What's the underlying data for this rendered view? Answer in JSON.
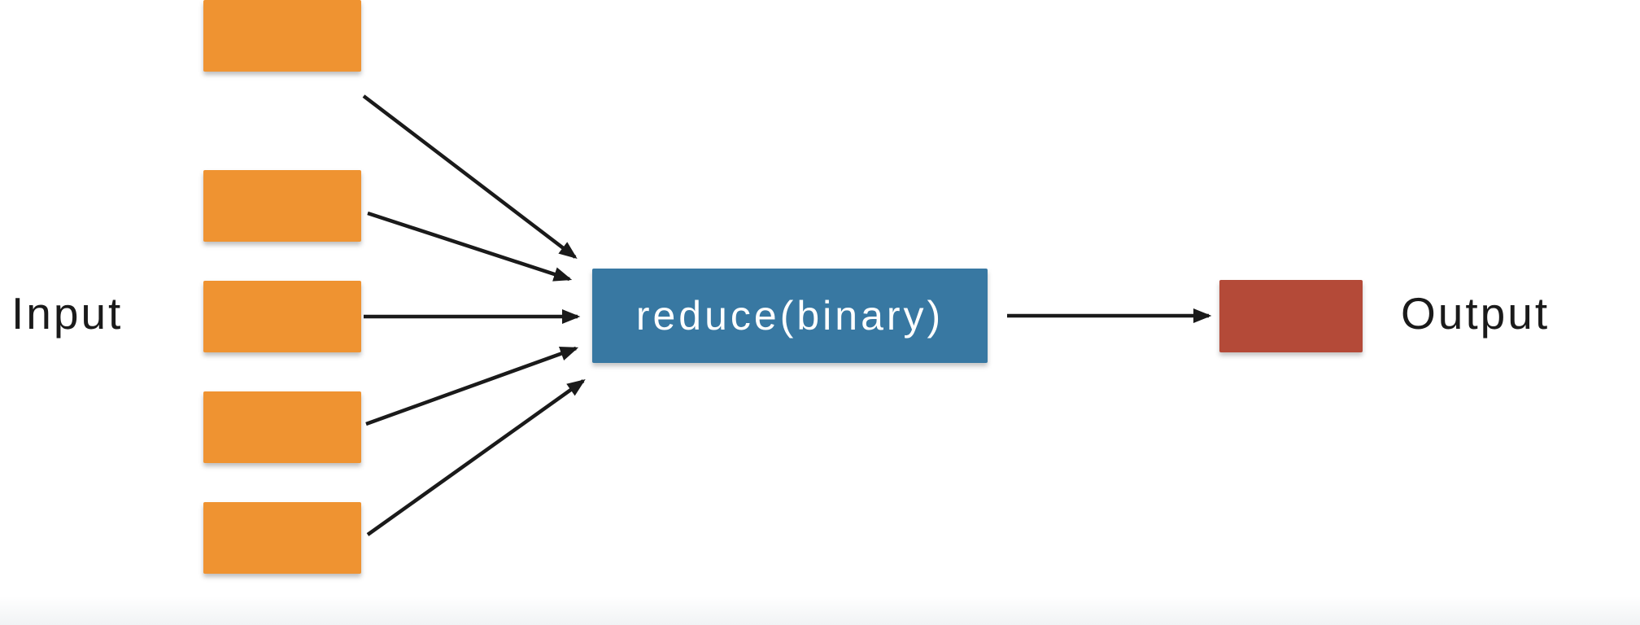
{
  "diagram": {
    "labels": {
      "input": "Input",
      "process": "reduce(binary)",
      "output": "Output"
    },
    "input_count": 5,
    "connections": [
      {
        "from": "input-box-1",
        "to": "process-box"
      },
      {
        "from": "input-box-2",
        "to": "process-box"
      },
      {
        "from": "input-box-3",
        "to": "process-box"
      },
      {
        "from": "input-box-4",
        "to": "process-box"
      },
      {
        "from": "input-box-5",
        "to": "process-box"
      },
      {
        "from": "process-box",
        "to": "output-box"
      }
    ],
    "colors": {
      "background": "#ffffff",
      "footer_band": "#f1f3f5",
      "input_box": "#ef9331",
      "process_box": "#3878a2",
      "output_box": "#b44a38",
      "process_text": "#ffffff",
      "label_text": "#1a1a1a",
      "arrow": "#1a1a1a"
    }
  }
}
